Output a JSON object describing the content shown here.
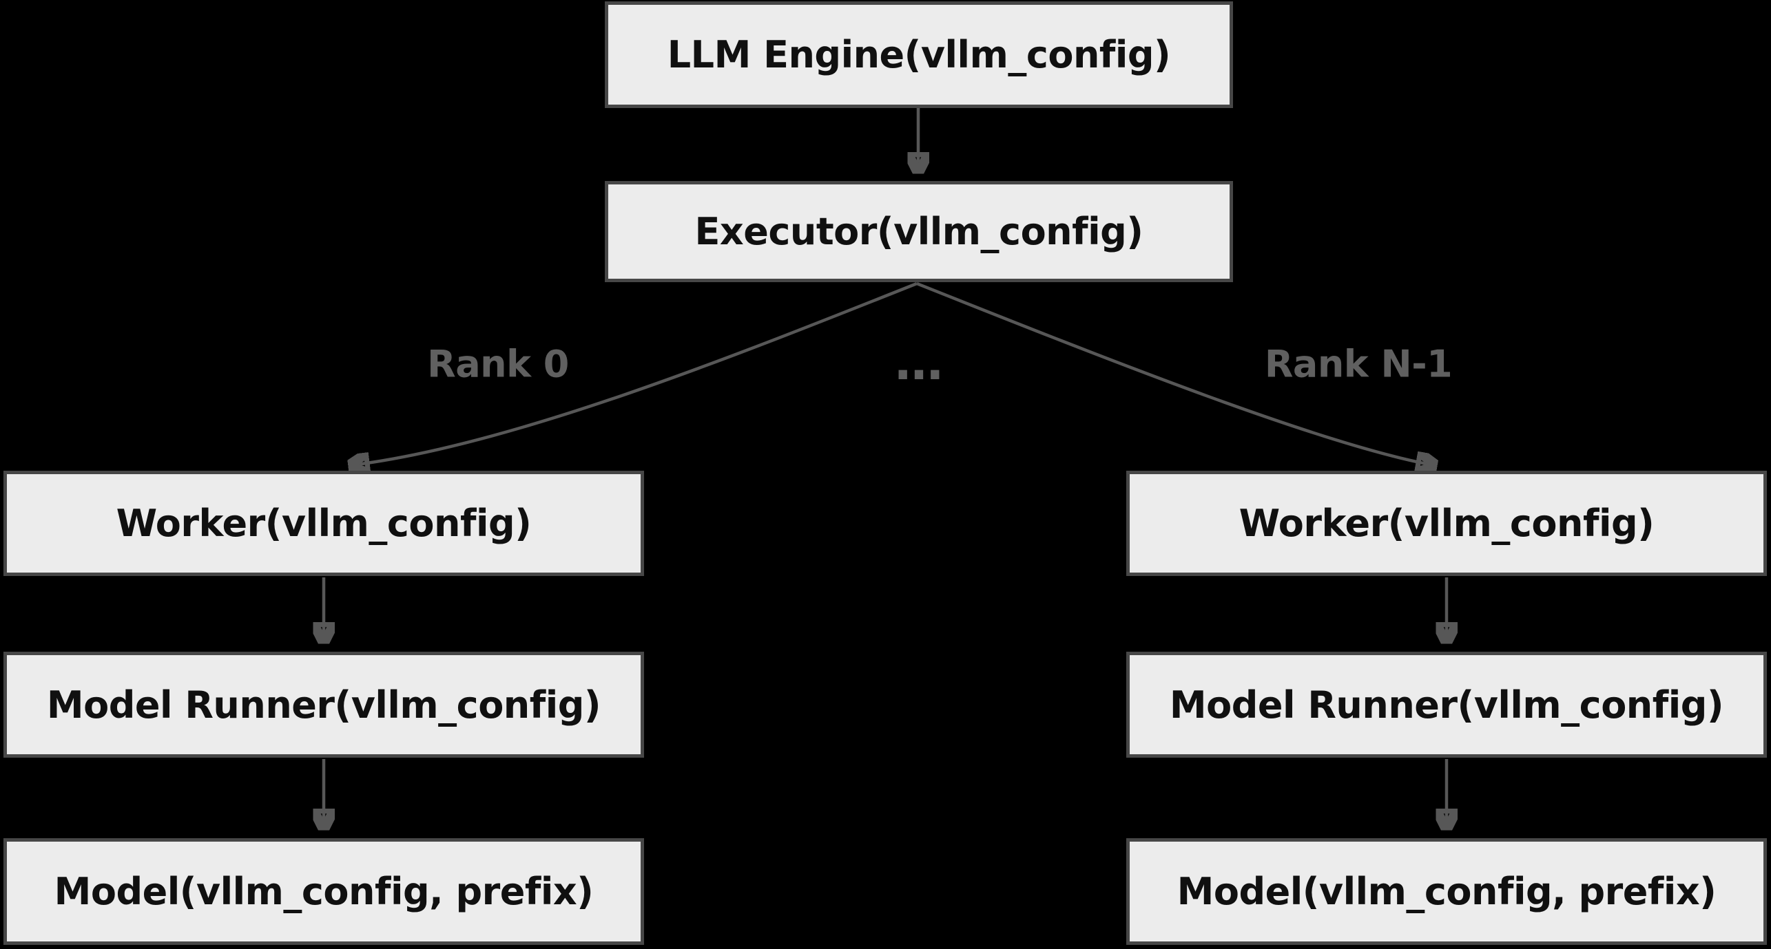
{
  "diagram": {
    "type": "flowchart",
    "background_color": "#000000",
    "node_fill_color": "#ececec",
    "node_border_color": "#474747",
    "node_text_color": "#101010",
    "edge_color": "#575757",
    "edge_label_color": "#606060",
    "nodes": {
      "llm_engine": "LLM Engine(vllm_config)",
      "executor": "Executor(vllm_config)",
      "worker_left": "Worker(vllm_config)",
      "worker_right": "Worker(vllm_config)",
      "model_runner_left": "Model Runner(vllm_config)",
      "model_runner_right": "Model Runner(vllm_config)",
      "model_left": "Model(vllm_config, prefix)",
      "model_right": "Model(vllm_config, prefix)"
    },
    "edge_labels": {
      "rank_0": "Rank 0",
      "ellipsis": "…",
      "rank_n_minus_1": "Rank N-1"
    },
    "edges": [
      "LLM Engine -> Executor",
      "Executor -> Worker (Rank 0)",
      "Executor -> Worker (Rank N-1)",
      "Worker -> Model Runner (left)",
      "Worker -> Model Runner (right)",
      "Model Runner -> Model (left)",
      "Model Runner -> Model (right)"
    ]
  }
}
